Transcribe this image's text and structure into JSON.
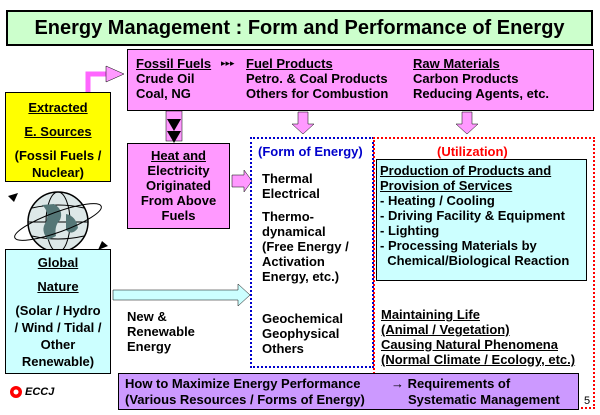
{
  "title": "Energy Management : Form and Performance of Energy",
  "fossil": {
    "headings": [
      "Fossil Fuels",
      "Fuel Products",
      "Raw Materials"
    ],
    "col1": [
      "Crude Oil",
      "Coal, NG"
    ],
    "col2": [
      "Petro. & Coal Products",
      "Others for Combustion"
    ],
    "col3": [
      "Carbon Products",
      "Reducing Agents, etc."
    ]
  },
  "extracted": {
    "lines": [
      "Extracted",
      "E. Sources",
      "(Fossil Fuels /",
      "Nuclear)"
    ]
  },
  "heat": {
    "lines": [
      "Heat and",
      "Electricity",
      "Originated",
      "From Above",
      "Fuels"
    ]
  },
  "form": {
    "label": "(Form of Energy)",
    "group1": [
      "Thermal",
      "Electrical"
    ],
    "group2": [
      "Thermo-",
      "dynamical",
      "(Free Energy /",
      "Activation",
      "Energy, etc.)"
    ],
    "group3": [
      "Geochemical",
      "Geophysical",
      "Others"
    ]
  },
  "utilization": {
    "label": "(Utilization)",
    "production_title": [
      "Production of Products and",
      "Provision of Services"
    ],
    "production_items": [
      "- Heating / Cooling",
      "- Driving Facility & Equipment",
      "- Lighting",
      "- Processing Materials by",
      "  Chemical/Biological Reaction"
    ],
    "maintaining": [
      "Maintaining Life",
      "(Animal / Vegetation)",
      "Causing Natural Phenomena",
      "(Normal Climate / Ecology, etc.)"
    ]
  },
  "global": {
    "lines": [
      "Global",
      "Nature",
      "(Solar / Hydro",
      "/ Wind / Tidal /",
      "Other",
      "Renewable)"
    ]
  },
  "renewable": {
    "lines": [
      "New &",
      "Renewable",
      "Energy"
    ]
  },
  "bottom": {
    "left": [
      "How to Maximize Energy Performance",
      "(Various Resources / Forms of Energy)"
    ],
    "right": [
      "→ Requirements of",
      "Systematic Management"
    ]
  },
  "logo": "ECCJ",
  "page_number": "5",
  "colors": {
    "title_bg": "#ccffcc",
    "fossil_bg": "#ff99ff",
    "extracted_bg": "#ffff00",
    "production_bg": "#ccffff",
    "bottom_bg": "#cc99ff",
    "form_border": "#0000cc",
    "util_border": "#ff0000"
  }
}
